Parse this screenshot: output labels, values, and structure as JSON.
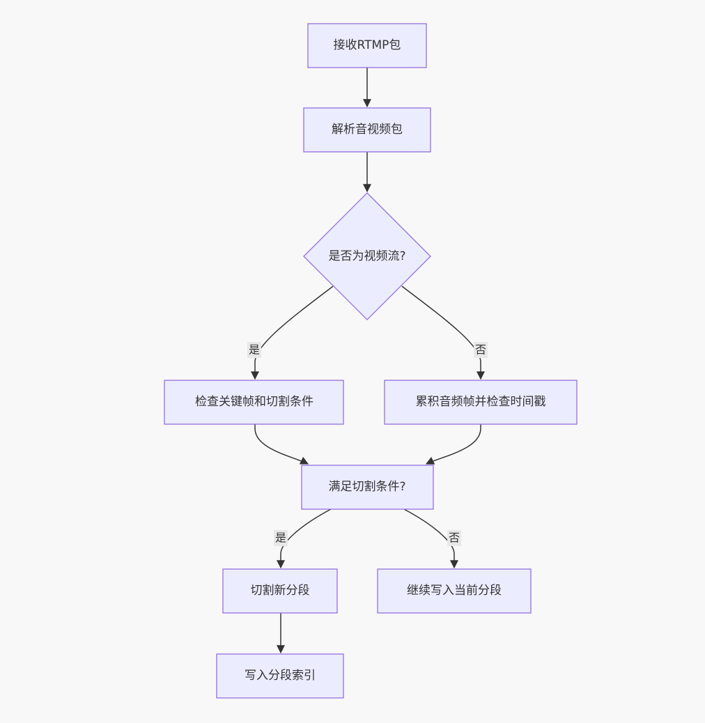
{
  "diagram": {
    "nodes": {
      "receive": "接收RTMP包",
      "parse": "解析音视频包",
      "is_video": "是否为视频流?",
      "check_keyframe": "检查关键帧和切割条件",
      "accumulate_audio": "累积音频帧并检查时间戳",
      "meets_condition": "满足切割条件?",
      "cut_segment": "切割新分段",
      "continue_write": "继续写入当前分段",
      "write_index": "写入分段索引"
    },
    "edge_labels": {
      "video_yes": "是",
      "video_no": "否",
      "cond_yes": "是",
      "cond_no": "否"
    },
    "colors": {
      "node_fill": "#ececff",
      "node_stroke": "#9370db",
      "edge": "#333333",
      "background": "#f8f8f8",
      "label_bg": "#e8e8e8"
    }
  }
}
